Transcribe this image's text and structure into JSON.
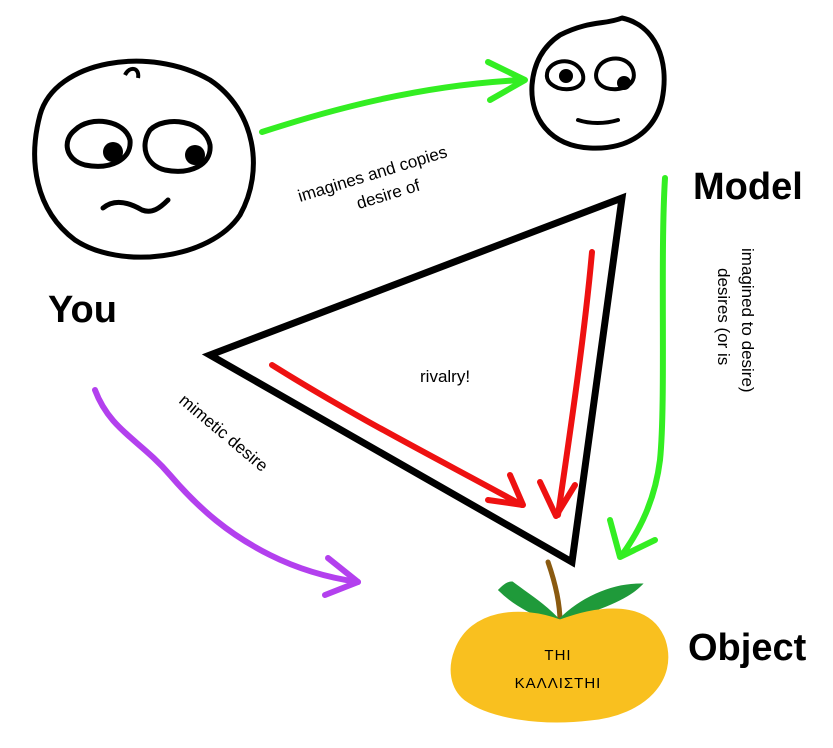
{
  "labels": {
    "you": "You",
    "model": "Model",
    "object": "Object"
  },
  "edges": {
    "imagines_line1": "imagines and copies",
    "imagines_line2": "desire of",
    "desires_line1": "desires (or is",
    "desires_line2": "imagined to desire)",
    "mimetic": "mimetic desire",
    "rivalry": "rivalry!"
  },
  "apple": {
    "line1": "THI",
    "line2": "ΚΑΛΛΙΣΤΗΙ"
  },
  "colors": {
    "green_arrow": "#33ee22",
    "red_arrow": "#ee1111",
    "purple_arrow": "#b340ee",
    "apple_fill": "#f9c01f",
    "leaf": "#1f9a3a",
    "stem": "#8a5a10",
    "outline": "#000000"
  },
  "icons": [
    "you-face-icon",
    "model-face-icon",
    "apple-icon"
  ]
}
